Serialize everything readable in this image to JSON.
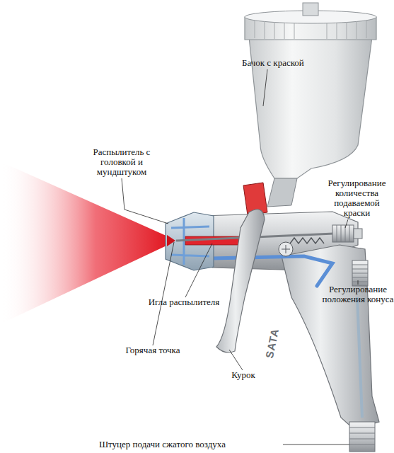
{
  "diagram": {
    "labels": [
      "Бачок с краской",
      "Распылитель с головкой и мундштуком",
      "Регулирование количества подаваемой краски",
      "Игла распылителя",
      "Регулирование положения конуса",
      "Горячая точка",
      "Курок",
      "Штуцер подачи сжатого воздуха",
      "SATA"
    ]
  }
}
